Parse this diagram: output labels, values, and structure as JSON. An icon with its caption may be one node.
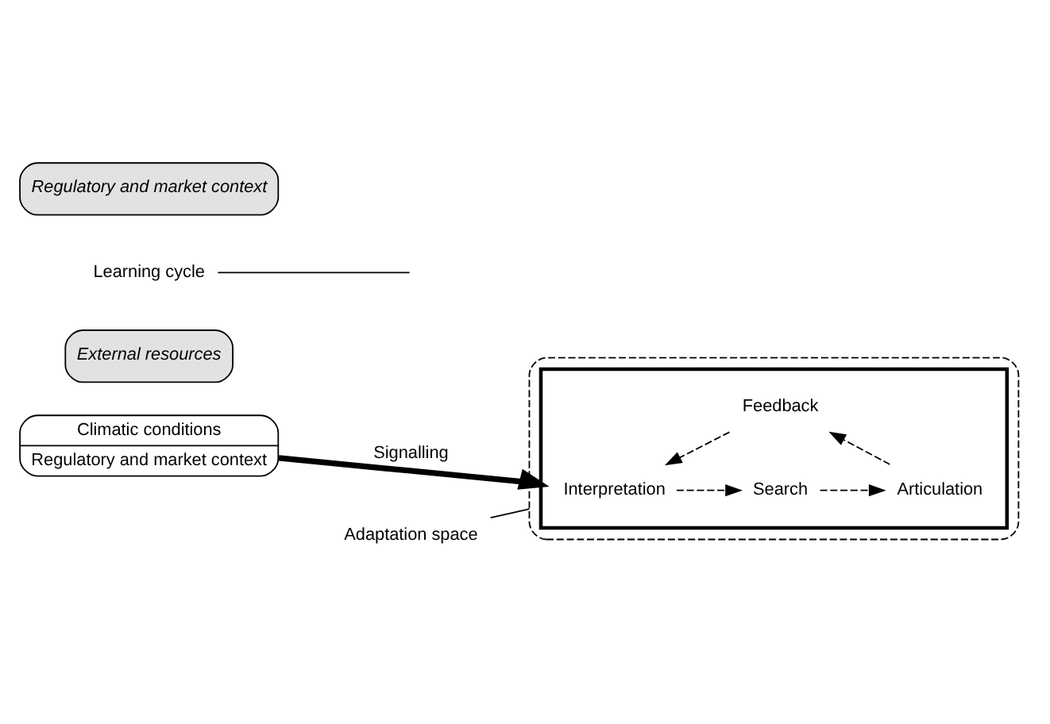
{
  "diagram": {
    "nodes": [
      {
        "text": [
          "Climatic conditions",
          "Regulatory and market context"
        ]
      },
      {
        "text": [
          "Adaptation space"
        ]
      },
      {
        "text": [],
        "shape": "box"
      },
      {
        "text": [],
        "shape": "box",
        "in": 2
      },
      {
        "text": [
          "External resources"
        ]
      },
      {
        "text": [
          "Search"
        ],
        "in": 3
      },
      {
        "text": [
          "Interpretation"
        ],
        "in": 3
      },
      {
        "text": [
          "Articulation"
        ],
        "in": 3
      },
      {
        "text": [
          "Feedback"
        ],
        "in": 3
      },
      {
        "text": [
          "Learning cycle"
        ]
      },
      {
        "text": [
          "Regulatory and market context"
        ]
      }
    ],
    "edges": [
      {
        "from": 0,
        "to": 3,
        "arrow": "to",
        "label": "Signalling",
        "style": "thick"
      },
      {
        "from": 1,
        "to": 2,
        "arrow": "none"
      },
      {
        "from": 5,
        "to": 7,
        "arrow": "to",
        "style": "dashed"
      },
      {
        "from": 7,
        "to": 8,
        "arrow": "to",
        "style": "dashed"
      },
      {
        "from": 8,
        "to": 6,
        "arrow": "to",
        "style": "dashed"
      },
      {
        "from": 6,
        "to": 5,
        "arrow": "to",
        "style": "dashed"
      },
      {
        "from": 9,
        "to": null,
        "arrow": "none"
      }
    ]
  }
}
